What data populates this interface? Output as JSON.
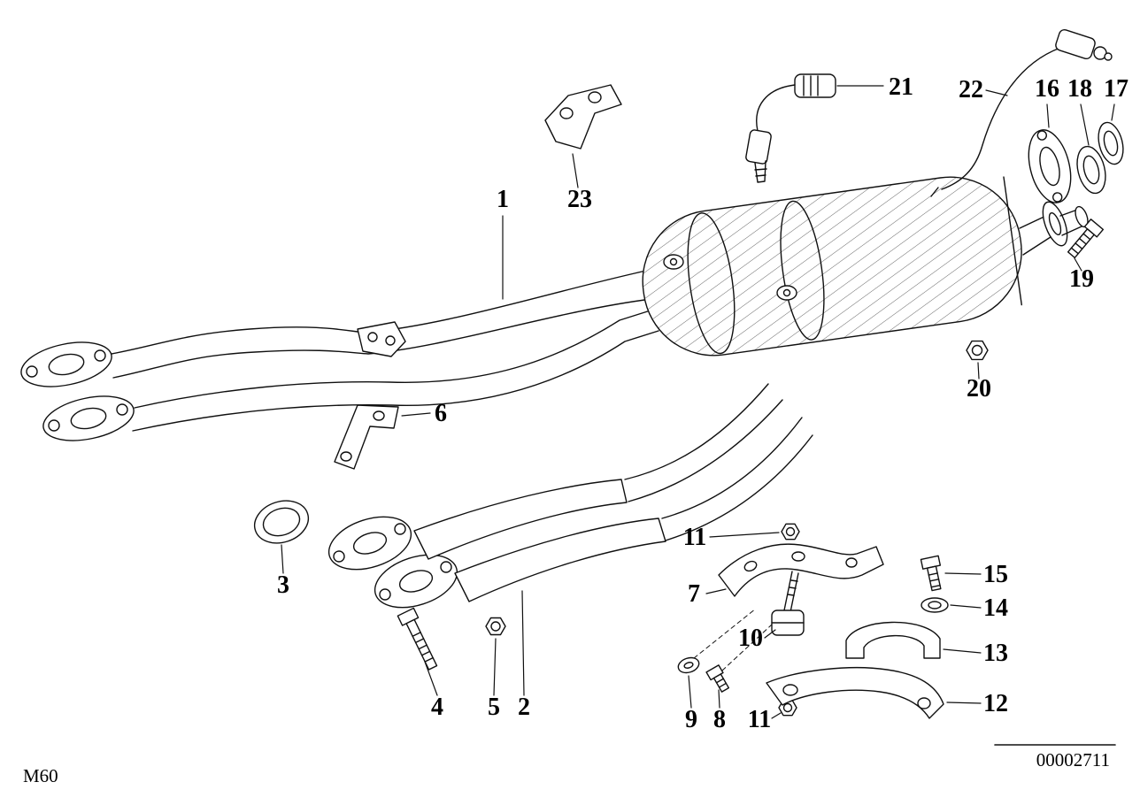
{
  "footer": {
    "model_code": "M60",
    "diagram_number": "00002711"
  },
  "callouts": [
    {
      "label": "1"
    },
    {
      "label": "23"
    },
    {
      "label": "21"
    },
    {
      "label": "22"
    },
    {
      "label": "16"
    },
    {
      "label": "18"
    },
    {
      "label": "17"
    },
    {
      "label": "19"
    },
    {
      "label": "20"
    },
    {
      "label": "6"
    },
    {
      "label": "3"
    },
    {
      "label": "4"
    },
    {
      "label": "5"
    },
    {
      "label": "2"
    },
    {
      "label": "11"
    },
    {
      "label": "7"
    },
    {
      "label": "10"
    },
    {
      "label": "15"
    },
    {
      "label": "14"
    },
    {
      "label": "13"
    },
    {
      "label": "12"
    },
    {
      "label": "9"
    },
    {
      "label": "8"
    },
    {
      "label": "11"
    }
  ]
}
